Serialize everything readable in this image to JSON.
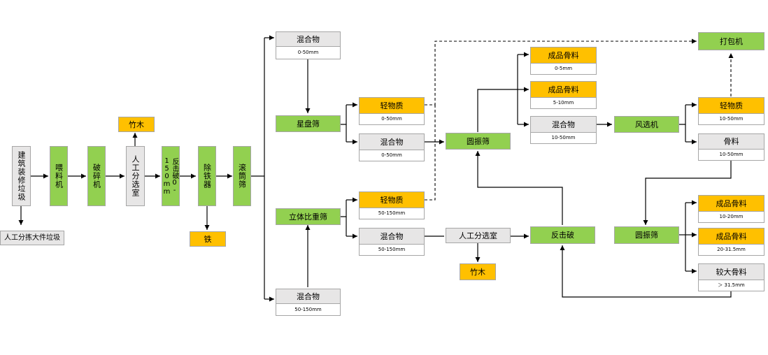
{
  "nodes": {
    "construction_waste": "建筑装修垃圾",
    "manual_pick_large": "人工分拣大件垃圾",
    "feeder": "喂料机",
    "crusher": "破碎机",
    "manual_sort_room_1": "人工分选室",
    "bamboo_wood_1": "竹木",
    "impact_crusher_1": "反击破0-150mm",
    "iron_remover": "除铁器",
    "iron": "铁",
    "trommel": "滚筒筛",
    "mixture_top": {
      "label": "混合物",
      "size": "0-50mm"
    },
    "star_screen": "星盘筛",
    "light_material_1": {
      "label": "轻物质",
      "size": "0-50mm"
    },
    "mixture_mid1": {
      "label": "混合物",
      "size": "0-50mm"
    },
    "vertical_gravity_screen": "立体比重筛",
    "light_material_2": {
      "label": "轻物质",
      "size": "50-150mm"
    },
    "mixture_mid2": {
      "label": "混合物",
      "size": "50-150mm"
    },
    "mixture_bottom": {
      "label": "混合物",
      "size": "50-150mm"
    },
    "manual_sort_room_2": "人工分选室",
    "bamboo_wood_2": "竹木",
    "circular_screen_1": "圆振筛",
    "impact_crusher_2": "反击破",
    "product_aggregate_1": {
      "label": "成品骨料",
      "size": "0-5mm"
    },
    "product_aggregate_2": {
      "label": "成品骨料",
      "size": "5-10mm"
    },
    "mixture_right": {
      "label": "混合物",
      "size": "10-50mm"
    },
    "winnower": "风选机",
    "baler": "打包机",
    "light_material_3": {
      "label": "轻物质",
      "size": "10-50mm"
    },
    "aggregate": {
      "label": "骨料",
      "size": "10-50mm"
    },
    "circular_screen_2": "圆振筛",
    "product_aggregate_3": {
      "label": "成品骨料",
      "size": "10-20mm"
    },
    "product_aggregate_4": {
      "label": "成品骨料",
      "size": "20-31.5mm"
    },
    "larger_aggregate": {
      "label": "较大骨料",
      "size": "＞ 31.5mm"
    }
  },
  "colors": {
    "process": "#92d050",
    "output": "#ffc000",
    "material": "#e7e6e6",
    "line": "#000000"
  }
}
